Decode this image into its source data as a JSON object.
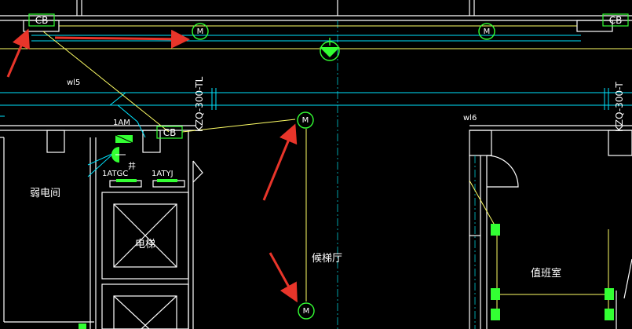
{
  "drawing": {
    "labels": {
      "cb_top_left": "CB",
      "cb_top_right": "CB",
      "cb_mid": "CB",
      "motor": "M",
      "wl5": "wl5",
      "wl6": "wl6",
      "trunk_left": "KZQ-300-TL",
      "trunk_right": "KZQ-300-T",
      "panel_1am": "1AM",
      "panel_1atgc": "1ATGC",
      "panel_1atyj": "1ATYJ",
      "room_weak": "弱电间",
      "room_elevator": "电梯",
      "room_well": "井",
      "room_lobby": "候梯厅",
      "room_duty": "值班室"
    },
    "colors": {
      "background": "#000000",
      "wall": "#ffffff",
      "cable_tray": "#00e5ff",
      "wire": "#ffff66",
      "equipment_green": "#33ff33",
      "annotation_arrow": "#e8352a"
    }
  }
}
